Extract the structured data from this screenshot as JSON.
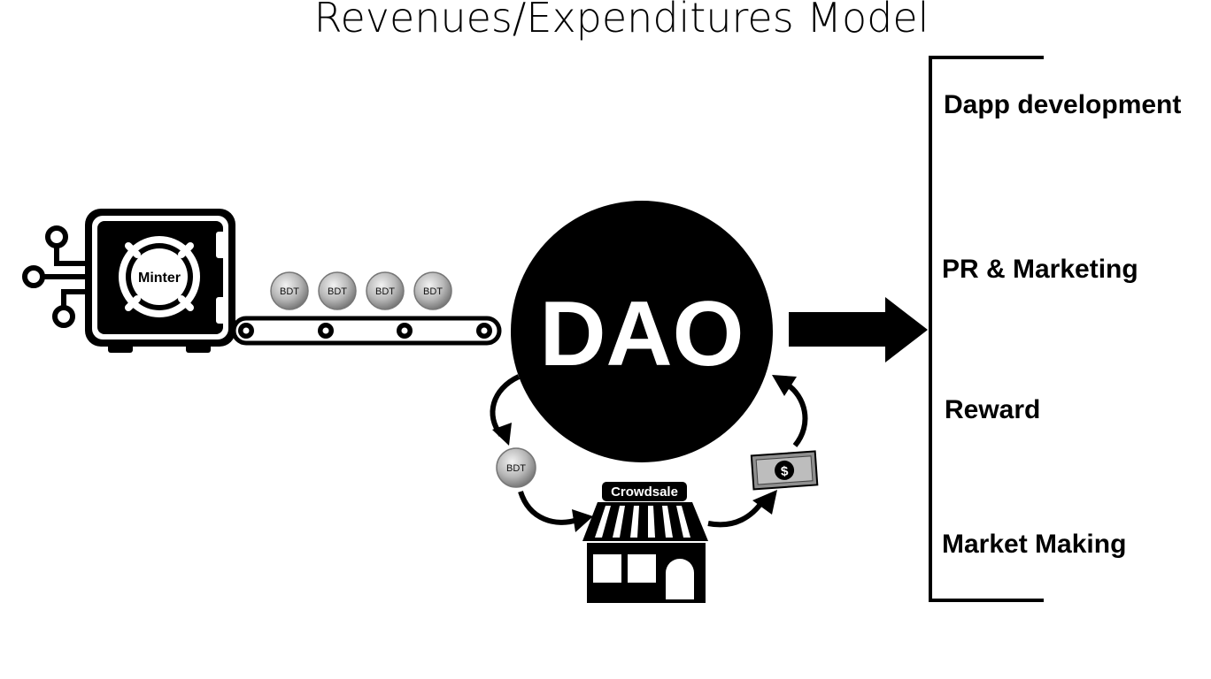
{
  "title": "Revenues/Expenditures Model",
  "minter": {
    "label": "Minter",
    "icon": "vault-icon"
  },
  "conveyor": {
    "tokens": [
      "BDT",
      "BDT",
      "BDT",
      "BDT"
    ]
  },
  "dao": {
    "label": "DAO"
  },
  "cycle": {
    "token_label": "BDT",
    "store_label": "Crowdsale",
    "money_symbol": "$"
  },
  "expenditures": {
    "items": [
      "Dapp development",
      "PR & Marketing",
      "Reward",
      "Market Making"
    ]
  },
  "colors": {
    "ink": "#000000",
    "paper": "#ffffff",
    "coin_light": "#e6e6e6",
    "coin_dark": "#7a7a7a",
    "bill": "#9a9a9a"
  }
}
